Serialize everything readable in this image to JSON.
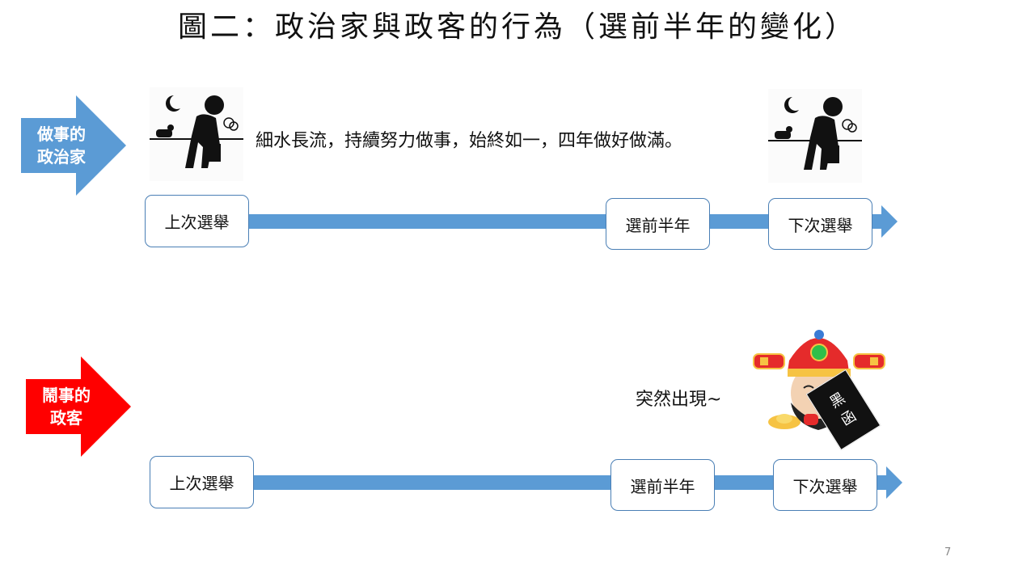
{
  "slide": {
    "title": "圖二：政治家與政客的行為（選前半年的變化）",
    "page_number": "7"
  },
  "statesman": {
    "label_line1": "做事的",
    "label_line2": "政治家",
    "arrow_color": "#5b9bd5",
    "description": "細水長流，持續努力做事，始終如一，四年做好做滿。",
    "timeline": {
      "start": "上次選舉",
      "middle": "選前半年",
      "end": "下次選舉"
    }
  },
  "politician": {
    "label_line1": "鬧事的",
    "label_line2": "政客",
    "arrow_color": "#ff0000",
    "description": "突然出現~",
    "timeline": {
      "start": "上次選舉",
      "middle": "選前半年",
      "end": "下次選舉"
    },
    "mascot_sign": {
      "char1": "黑",
      "char2": "函"
    }
  },
  "colors": {
    "timeline": "#5b9bd5",
    "box_border": "#4a7fb5"
  }
}
